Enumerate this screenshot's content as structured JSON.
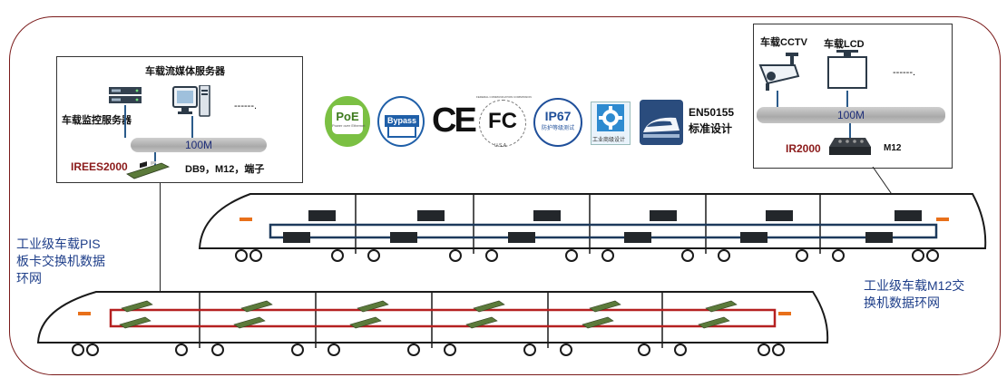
{
  "left_box": {
    "title": "车载流媒体服务器",
    "monitor_server": "车载监控服务器",
    "ellipsis": "------.",
    "link_speed": "100M",
    "device": "IREES2000",
    "ports": "DB9，M12，端子"
  },
  "right_box": {
    "cctv": "车载CCTV",
    "lcd": "车载LCD",
    "ellipsis": "------.",
    "link_speed": "100M",
    "device": "IR2000",
    "port": "M12"
  },
  "certs": {
    "poe": "PoE",
    "poe_sub": "Power over Ethernet",
    "bypass": "Bypass",
    "ce": "CE",
    "fc": "FC",
    "fc_ring": "FEDERAL COMMUNICATION COMMISSION",
    "fc_usa": "U.S.A",
    "ip67": "IP67",
    "ip67_sub": "防护等级测试",
    "industrial": "工业商级设计",
    "en_line1": "EN50155",
    "en_line2": "标准设计"
  },
  "labels": {
    "pis_ring": "工业级车载PIS板卡交换机数据环网",
    "pis_line1": "工业级车载PIS",
    "pis_line2": "板卡交换机数据",
    "pis_line3": "环网",
    "m12_line1": "工业级车载M12交",
    "m12_line2": "换机数据环网"
  },
  "colors": {
    "frame": "#7a1a1a",
    "accent_red": "#8b1a1a",
    "label_blue": "#1f3f8a",
    "ring_upper": "#1d3a5c",
    "ring_lower": "#b52020"
  }
}
